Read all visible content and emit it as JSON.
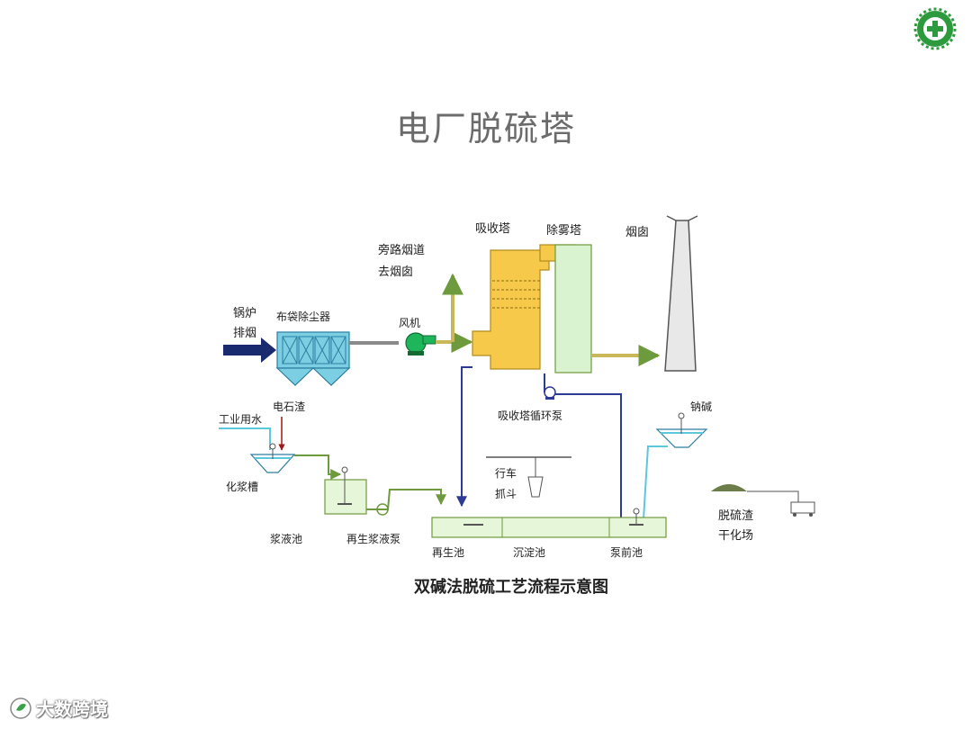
{
  "slide": {
    "title": "电厂脱硫塔"
  },
  "diagram": {
    "caption": "双碱法脱硫工艺流程示意图",
    "labels": {
      "boiler_line1": "锅炉",
      "boiler_line2": "排烟",
      "bag_filter": "布袋除尘器",
      "fan": "风机",
      "bypass_line1": "旁路烟道",
      "bypass_line2": "去烟囱",
      "absorber": "吸收塔",
      "demister": "除雾塔",
      "chimney": "烟囱",
      "carbide_slag": "电石渣",
      "industrial_water": "工业用水",
      "circ_pump": "吸收塔循环泵",
      "soda": "钠碱",
      "slurry_tank": "化浆槽",
      "crane_line1": "行车",
      "crane_line2": "抓斗",
      "slurry_pool": "浆液池",
      "regen_pump": "再生浆液泵",
      "regen_pool": "再生池",
      "settling_pool": "沉淀池",
      "pump_pool": "泵前池",
      "dry_yard_line1": "脱硫渣",
      "dry_yard_line2": "干化场"
    }
  },
  "colors": {
    "absorber_fill": "#f7c94a",
    "demister_fill": "#d9f2cf",
    "filter_fill": "#7ccfe3",
    "pool_fill": "#e6f6d9",
    "pipe_blue": "#2e3b95",
    "pipe_green": "#6d9a3c",
    "water_cyan": "#5cc8dc"
  },
  "watermark": {
    "text": "大数跨境",
    "icon": "leaf-logo-icon"
  },
  "corner_logo": {
    "icon": "green-cross-emblem-icon"
  }
}
